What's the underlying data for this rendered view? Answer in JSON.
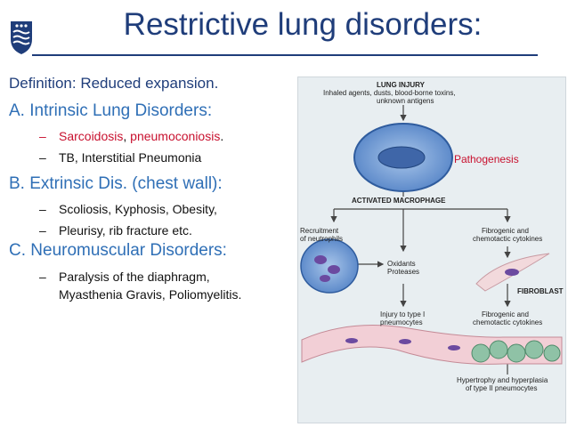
{
  "title": "Restrictive lung disorders:",
  "definition": "Definition: Reduced expansion.",
  "sections": [
    {
      "heading": "A. Intrinsic Lung Disorders:",
      "items": [
        {
          "dash": "–",
          "part1": "Sarcoidosis",
          "sep": ", ",
          "part2": "pneumoconiosis",
          "end": "."
        },
        {
          "dash": "–",
          "text": "TB, Interstitial Pneumonia"
        }
      ]
    },
    {
      "heading": "B. Extrinsic Dis. (chest wall):",
      "items": [
        {
          "dash": "–",
          "text": "Scoliosis, Kyphosis, Obesity,"
        },
        {
          "dash": "–",
          "text": "Pleurisy, rib fracture etc."
        }
      ]
    },
    {
      "heading": "C. Neuromuscular Disorders:",
      "items": [
        {
          "dash": "–",
          "text": "Paralysis of the diaphragm,",
          "text2": "Myasthenia Gravis, Poliomyelitis."
        }
      ]
    }
  ],
  "diagram": {
    "lung_injury": "LUNG INJURY",
    "injury_causes_1": "Inhaled agents, dusts, blood-borne toxins,",
    "injury_causes_2": "unknown antigens",
    "activated_macrophage": "ACTIVATED MACROPHAGE",
    "recruitment_1": "Recruitment",
    "recruitment_2": "of neutrophils",
    "fibrogenic_1": "Fibrogenic and",
    "fibrogenic_2": "chemotactic cytokines",
    "oxidants_1": "Oxidants",
    "oxidants_2": "Proteases",
    "fibroblast": "FIBROBLAST",
    "injury_type1_1": "Injury to type I",
    "injury_type1_2": "pneumocytes",
    "fibrogenic_b_1": "Fibrogenic and",
    "fibrogenic_b_2": "chemotactic cytokines",
    "hypertrophy_1": "Hypertrophy and hyperplasia",
    "hypertrophy_2": "of type II pneumocytes",
    "pathogenesis": "Pathogenesis"
  },
  "colors": {
    "title": "#1f3d7a",
    "heading": "#2f6fb6",
    "highlight": "#c8102e"
  }
}
